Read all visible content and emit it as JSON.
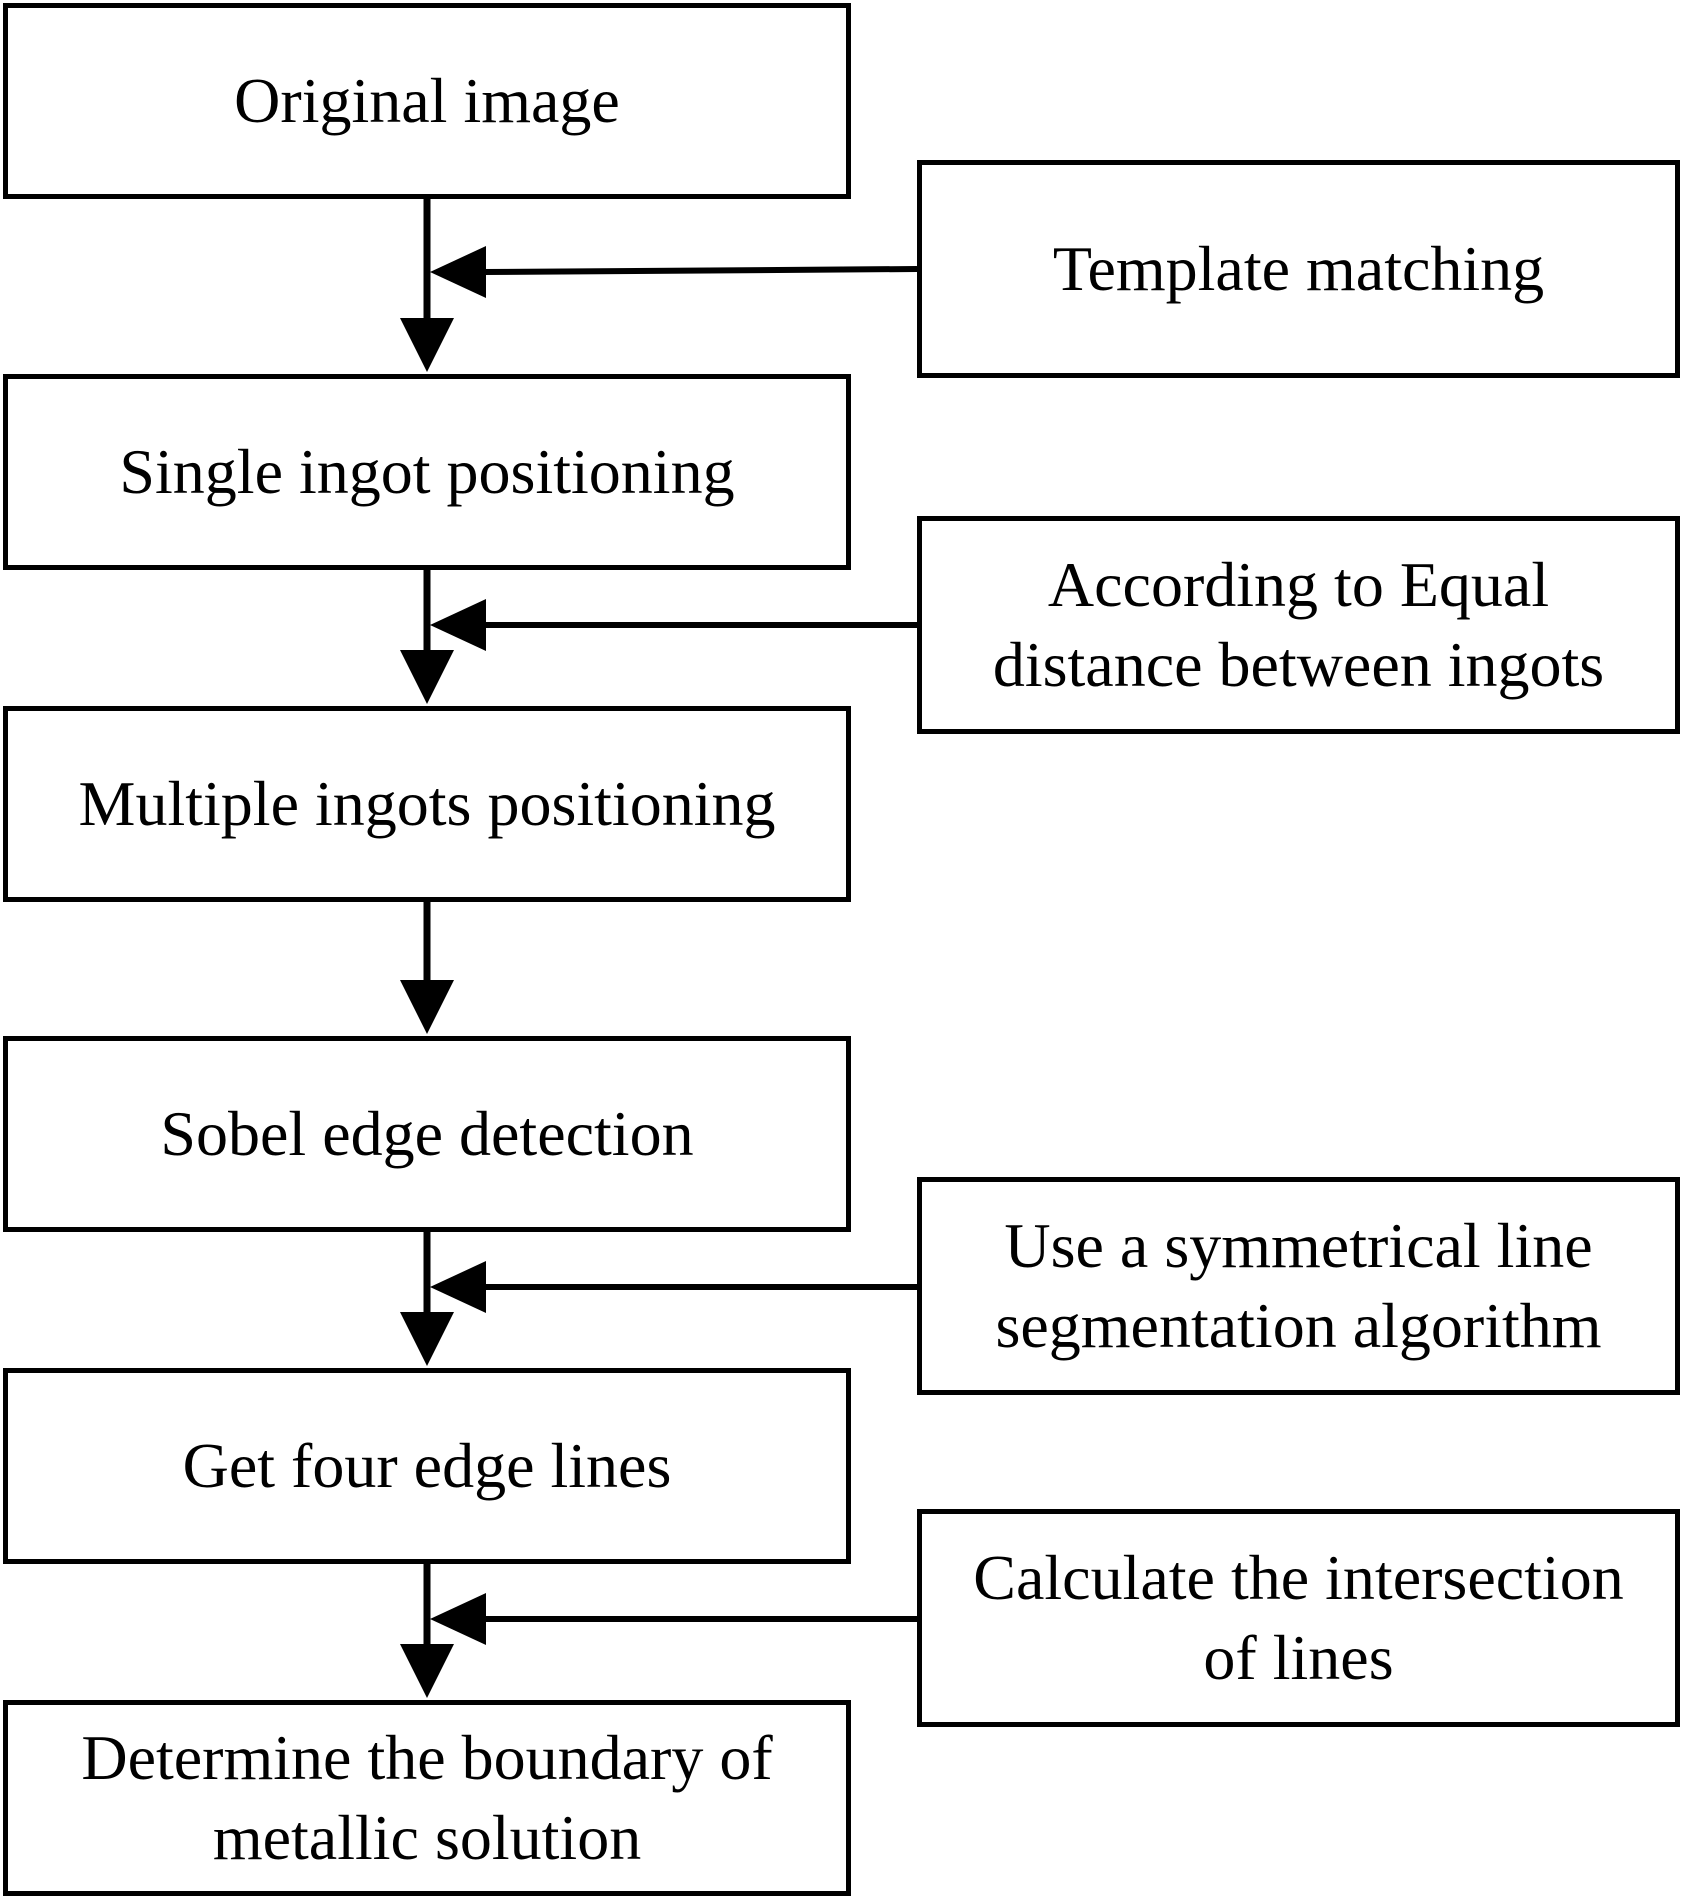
{
  "main_steps": [
    {
      "id": "original-image",
      "lines": [
        "Original image"
      ]
    },
    {
      "id": "single-ingot-positioning",
      "lines": [
        "Single ingot positioning"
      ]
    },
    {
      "id": "multiple-ingots-positioning",
      "lines": [
        "Multiple ingots positioning"
      ]
    },
    {
      "id": "sobel-edge-detection",
      "lines": [
        "Sobel edge detection"
      ]
    },
    {
      "id": "get-four-edge-lines",
      "lines": [
        "Get four edge lines"
      ]
    },
    {
      "id": "determine-boundary",
      "lines": [
        "Determine the boundary of",
        "metallic solution"
      ]
    }
  ],
  "side_steps": [
    {
      "id": "template-matching",
      "lines": [
        "Template matching"
      ]
    },
    {
      "id": "equal-distance",
      "lines": [
        "According to Equal",
        "distance between ingots"
      ]
    },
    {
      "id": "symmetrical-line-segmentation",
      "lines": [
        "Use a  symmetrical line",
        "segmentation algorithm"
      ]
    },
    {
      "id": "intersection-of-lines",
      "lines": [
        "Calculate the intersection",
        "of lines"
      ]
    }
  ]
}
